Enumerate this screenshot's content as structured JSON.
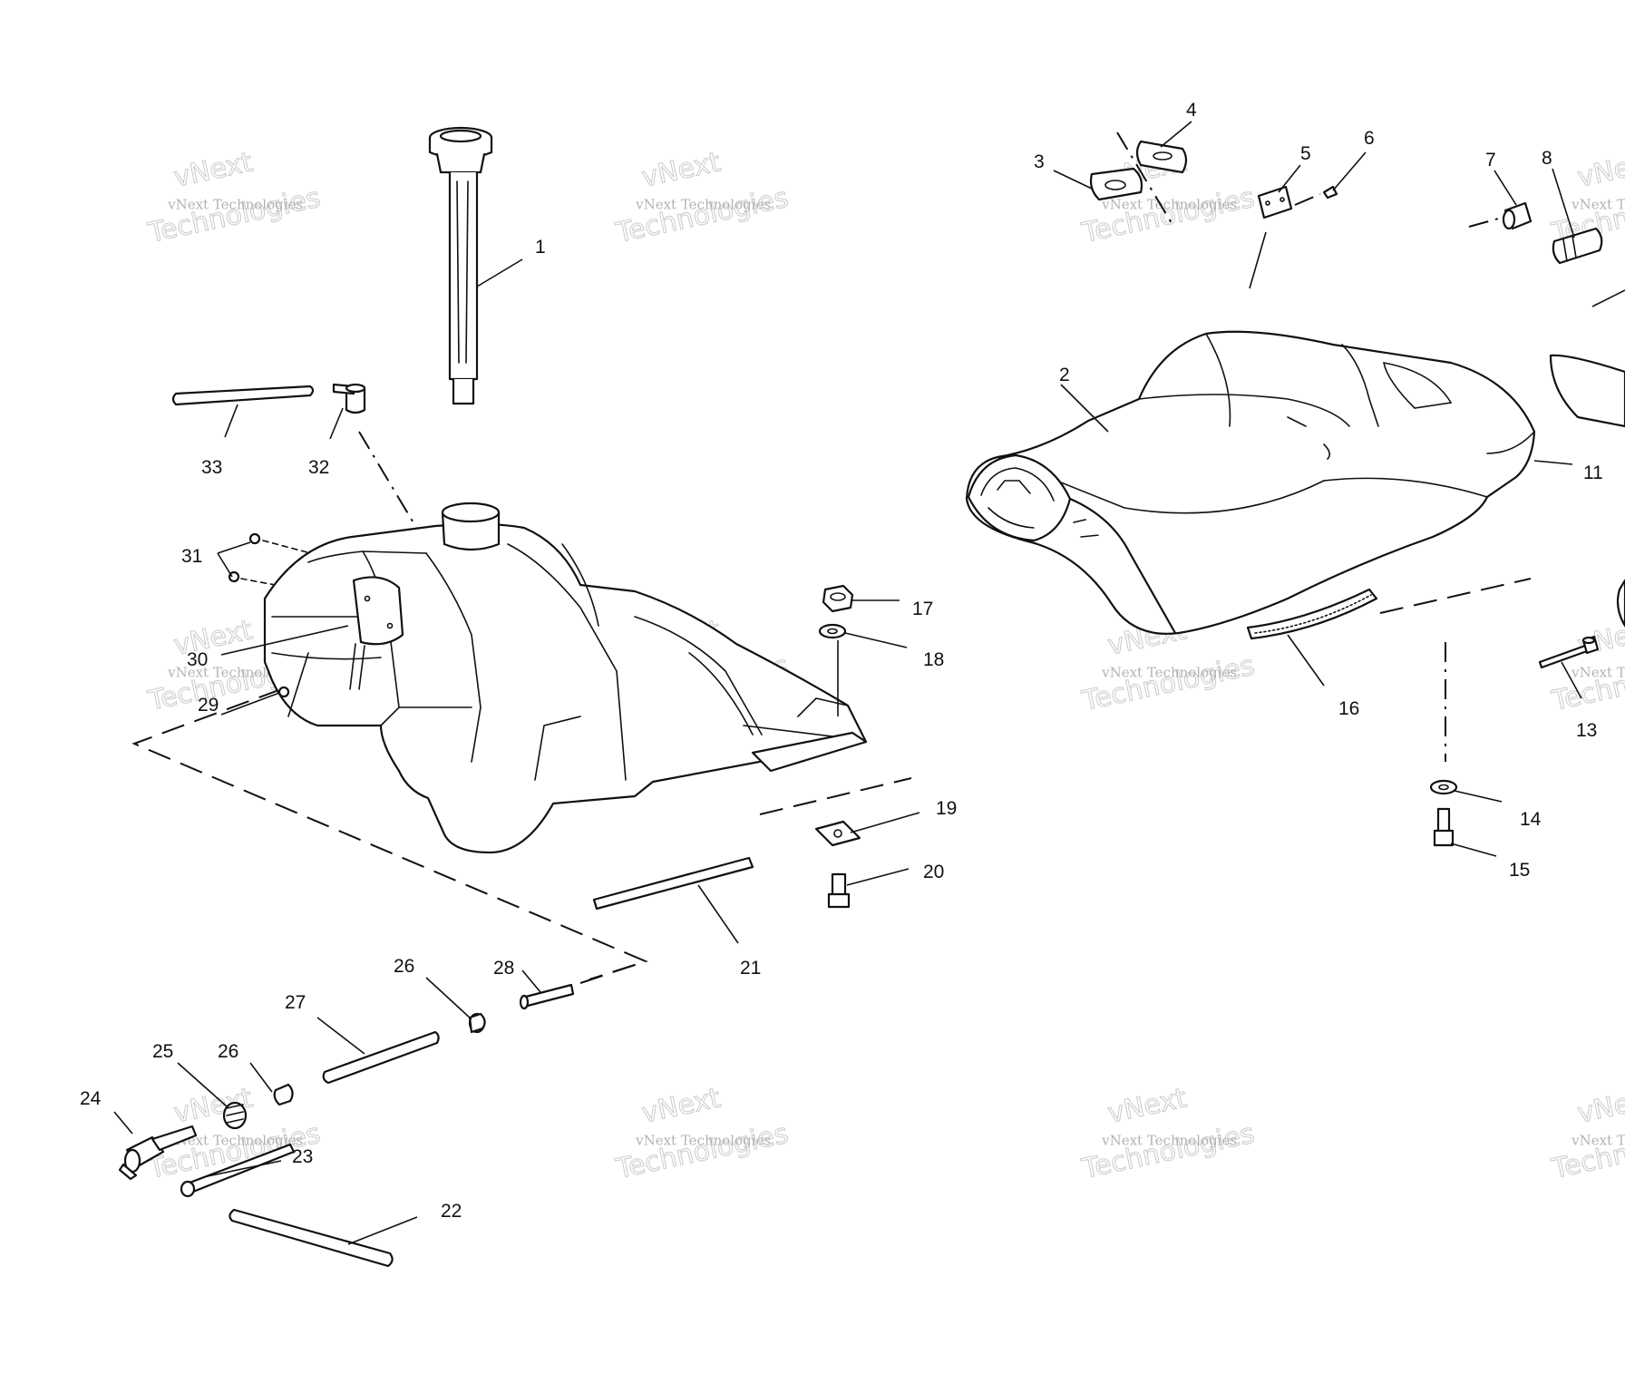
{
  "callouts": [
    {
      "id": "1",
      "text": "1"
    },
    {
      "id": "2",
      "text": "2"
    },
    {
      "id": "3",
      "text": "3"
    },
    {
      "id": "4",
      "text": "4"
    },
    {
      "id": "5",
      "text": "5"
    },
    {
      "id": "6",
      "text": "6"
    },
    {
      "id": "7",
      "text": "7"
    },
    {
      "id": "8",
      "text": "8"
    },
    {
      "id": "11",
      "text": "11"
    },
    {
      "id": "13",
      "text": "13"
    },
    {
      "id": "14",
      "text": "14"
    },
    {
      "id": "15",
      "text": "15"
    },
    {
      "id": "16",
      "text": "16"
    },
    {
      "id": "17",
      "text": "17"
    },
    {
      "id": "18",
      "text": "18"
    },
    {
      "id": "19",
      "text": "19"
    },
    {
      "id": "20",
      "text": "20"
    },
    {
      "id": "21",
      "text": "21"
    },
    {
      "id": "22",
      "text": "22"
    },
    {
      "id": "23",
      "text": "23"
    },
    {
      "id": "24",
      "text": "24"
    },
    {
      "id": "25",
      "text": "25"
    },
    {
      "id": "26a",
      "text": "26"
    },
    {
      "id": "26b",
      "text": "26"
    },
    {
      "id": "27",
      "text": "27"
    },
    {
      "id": "28",
      "text": "28"
    },
    {
      "id": "29",
      "text": "29"
    },
    {
      "id": "30",
      "text": "30"
    },
    {
      "id": "31",
      "text": "31"
    },
    {
      "id": "32",
      "text": "32"
    },
    {
      "id": "33",
      "text": "33"
    }
  ],
  "watermark": {
    "line1": "vNext",
    "line2": "vNext Technologies",
    "line3": "Technologies"
  },
  "colors": {
    "line": "#111111",
    "background": "#ffffff",
    "watermark": "#b5b5b5"
  }
}
